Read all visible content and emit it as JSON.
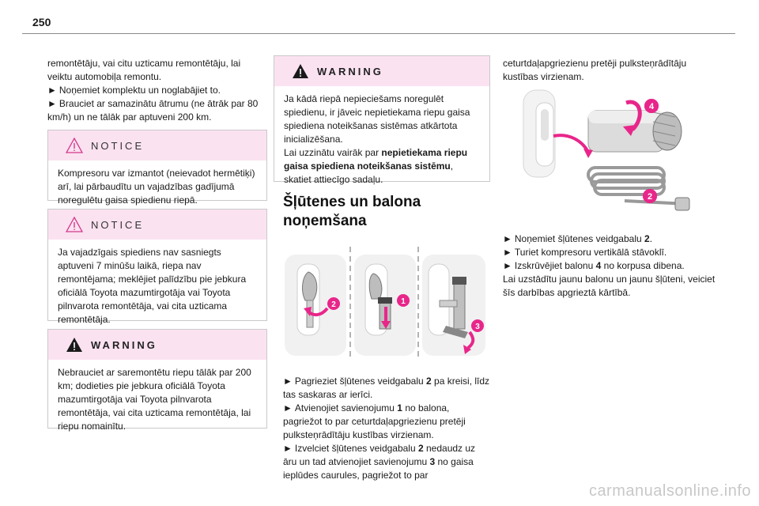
{
  "page": {
    "number": "250"
  },
  "col1": {
    "intro": {
      "line1": "remontētāju, vai citu uzticamu remontētāju, lai veiktu automobiļa remontu.",
      "bullet1": "Noņemiet komplektu un noglabājiet to.",
      "bullet2": "Brauciet ar samazinātu ātrumu (ne ātrāk par 80 km/h) un ne tālāk par aptuveni 200 km."
    },
    "notice1": {
      "label": "NOTICE",
      "text": "Kompresoru var izmantot (neievadot hermētiķi) arī, lai pārbaudītu un vajadzības gadījumā noregulētu gaisa spiedienu riepā."
    },
    "notice2": {
      "label": "NOTICE",
      "text": "Ja vajadzīgais spiediens nav sasniegts aptuveni 7 minūšu laikā, riepa nav remontējama; meklējiet palīdzību pie jebkura oficiālā Toyota mazumtirgotāja vai Toyota pilnvarota remontētāja, vai cita uzticama remontētāja."
    },
    "warning1": {
      "label": "WARNING",
      "text": "Nebrauciet ar saremontētu riepu tālāk par 200 km; dodieties pie jebkura oficiālā Toyota mazumtirgotāja vai Toyota pilnvarota remontētāja, vai cita uzticama remontētāja, lai riepu nomainītu."
    }
  },
  "col2": {
    "warning2": {
      "label": "WARNING",
      "text_a": "Ja kādā riepā nepieciešams noregulēt spiedienu, ir jāveic nepietiekama riepu gaisa spiediena noteikšanas sistēmas atkārtota inicializēšana.",
      "text_b": "Lai uzzinātu vairāk par ",
      "text_bold": "nepietiekama riepu gaisa spiediena noteikšanas sistēmu",
      "text_c": ", skatiet attiecīgo sadaļu."
    },
    "heading": {
      "line1": "Šļūtenes un balona",
      "line2": "noņemšana"
    },
    "figure_callouts": [
      "2",
      "1",
      "3"
    ],
    "steps": {
      "step1_a": "Pagrieziet šļūtenes veidgabalu ",
      "step1_num": "2",
      "step1_b": " pa kreisi, līdz tas saskaras ar ierīci.",
      "step2_a": "Atvienojiet savienojumu ",
      "step2_num": "1",
      "step2_b": " no balona, pagriežot to par ceturtdaļapgriezienu pretēji pulksteņrādītāju kustības virzienam.",
      "step3_a": "Izvelciet šļūtenes veidgabalu ",
      "step3_num": "2",
      "step3_b": " nedaudz uz āru un tad atvienojiet savienojumu ",
      "step3_num2": "3",
      "step3_c": " no gaisa ieplūdes caurules, pagriežot to par"
    }
  },
  "col3": {
    "intro": "ceturtdaļapgriezienu pretēji pulksteņrādītāju kustības virzienam.",
    "figure_callouts": [
      "4",
      "2"
    ],
    "steps": {
      "s1_a": "Noņemiet šļūtenes veidgabalu ",
      "s1_num": "2",
      "s1_b": ".",
      "s2": "Turiet kompresoru vertikālā stāvoklī.",
      "s3_a": "Izskrūvējiet balonu ",
      "s3_num": "4",
      "s3_b": " no korpusa dibena.",
      "s4": "Lai uzstādītu jaunu balonu un jaunu šļūteni, veiciet šīs darbības apgrieztā kārtībā."
    }
  },
  "watermark": "carmanualsonline.info",
  "colors": {
    "box_header": "#fbe2f1",
    "callout": "#e8268a",
    "arrow": "#e8268a"
  }
}
